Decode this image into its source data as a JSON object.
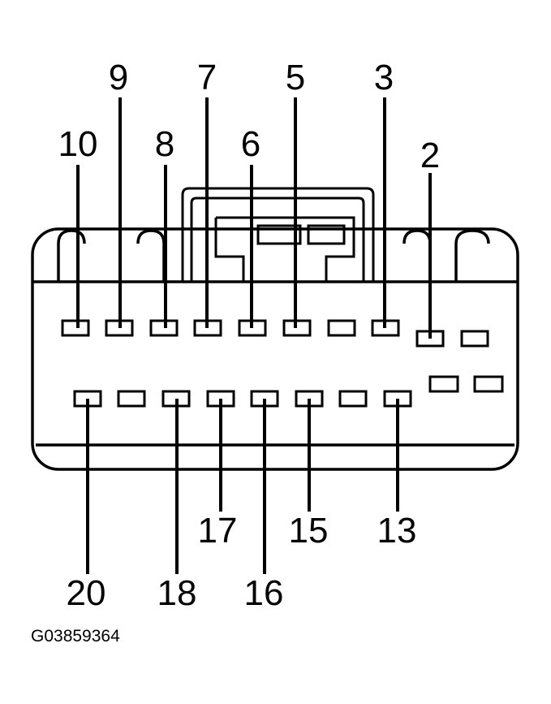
{
  "pins_top": [
    {
      "label": "10"
    },
    {
      "label": "9"
    },
    {
      "label": "8"
    },
    {
      "label": "7"
    },
    {
      "label": "6"
    },
    {
      "label": "5"
    },
    {
      "label": "3"
    },
    {
      "label": "2"
    }
  ],
  "pins_bottom": [
    {
      "label": "20"
    },
    {
      "label": "18"
    },
    {
      "label": "17"
    },
    {
      "label": "16"
    },
    {
      "label": "15"
    },
    {
      "label": "13"
    }
  ],
  "figure_code": "G03859364"
}
